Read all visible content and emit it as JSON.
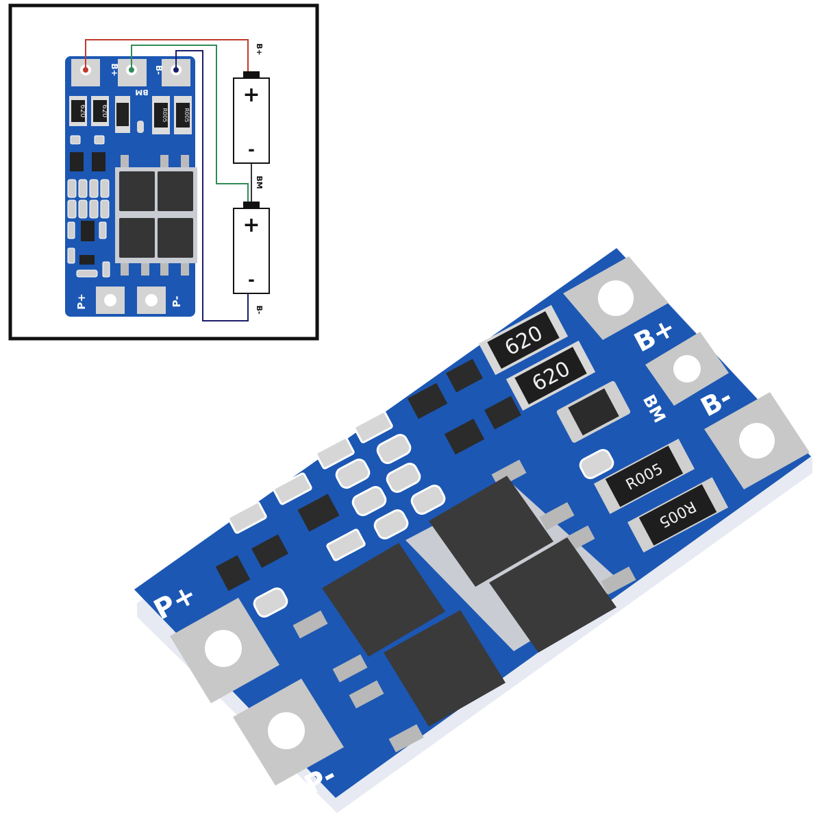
{
  "wiring_diagram": {
    "board": {
      "top_pads": [
        "B+",
        "BM",
        "B-"
      ],
      "bottom_pads": [
        "P+",
        "P-"
      ],
      "resistors_620": [
        "620",
        "620"
      ],
      "shunts": [
        "R005",
        "R005"
      ]
    },
    "terminals": {
      "b_plus": "B+",
      "bm": "BM",
      "b_minus": "B-"
    },
    "cells": [
      {
        "plus": "+",
        "minus": "-"
      },
      {
        "plus": "+",
        "minus": "-"
      }
    ],
    "wire_colors": {
      "b_plus": "#c0392b",
      "bm": "#2e8b57",
      "b_minus": "#1b1b6b"
    }
  },
  "product_photo": {
    "pads": {
      "b_plus": "B+",
      "bm": "BM",
      "b_minus": "B-",
      "p_plus": "P+",
      "p_minus": "P-"
    },
    "resistors_620": [
      "620",
      "620"
    ],
    "shunts": [
      "R005",
      "R005"
    ]
  },
  "colors": {
    "pcb_blue": "#1c57b3",
    "pcb_edge": "#e7eaf2",
    "pad_silver": "#c8c8c8",
    "chip_black": "#2b2b2b"
  }
}
